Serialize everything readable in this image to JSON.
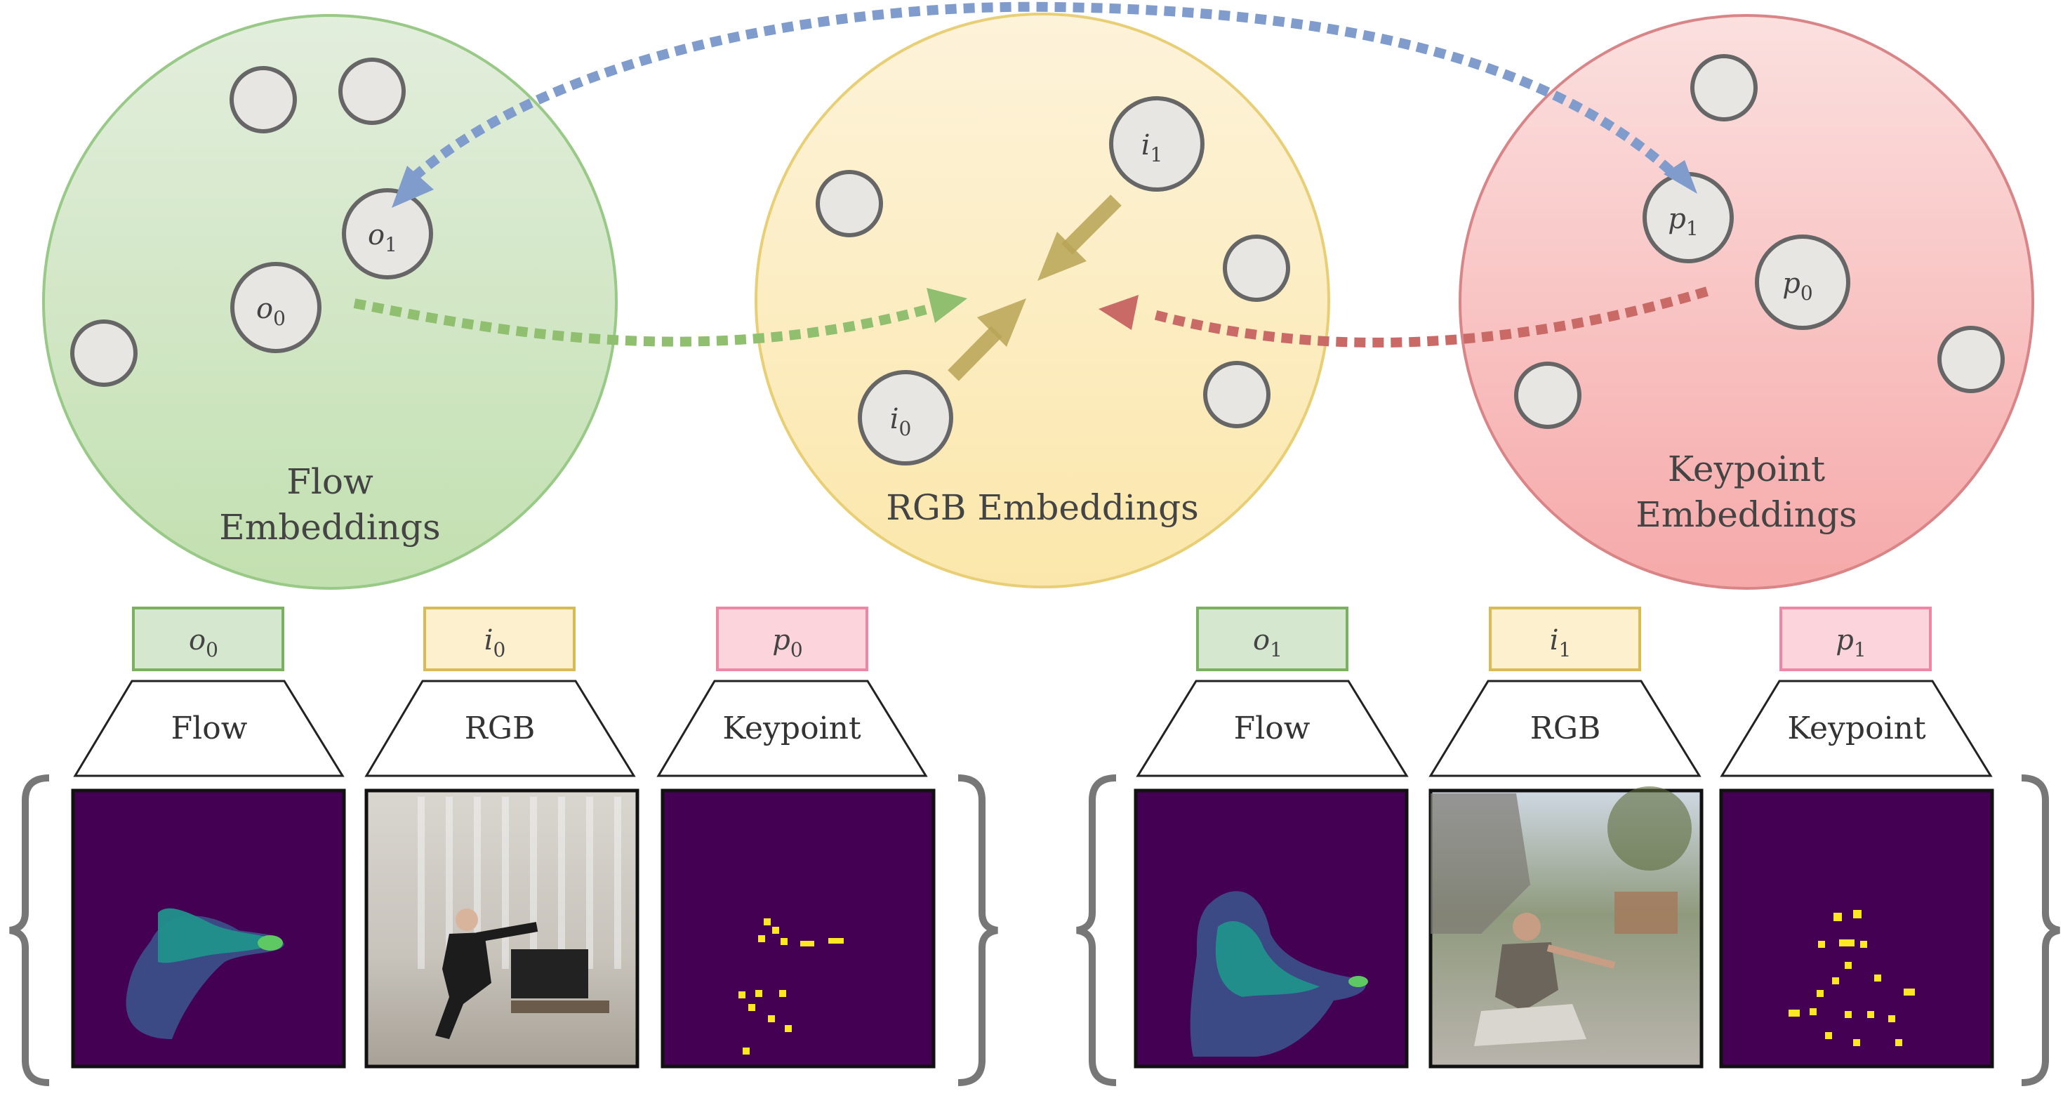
{
  "spaces": {
    "flow": {
      "caption_line1": "Flow",
      "caption_line2": "Embeddings",
      "fill_top": "#e3eedd",
      "fill_bottom": "#c2e0b0",
      "stroke": "#98c986"
    },
    "rgb": {
      "caption": "RGB Embeddings",
      "fill_top": "#fdf3da",
      "fill_bottom": "#fbe7ab",
      "stroke": "#e8cf76"
    },
    "keypoint": {
      "caption_line1": "Keypoint",
      "caption_line2": "Embeddings",
      "fill_top": "#fbe0df",
      "fill_bottom": "#f6a9a9",
      "stroke": "#d98587"
    }
  },
  "nodes": {
    "o0": {
      "base": "o",
      "sub": "0"
    },
    "o1": {
      "base": "o",
      "sub": "1"
    },
    "i0": {
      "base": "i",
      "sub": "0"
    },
    "i1": {
      "base": "i",
      "sub": "1"
    },
    "p0": {
      "base": "p",
      "sub": "0"
    },
    "p1": {
      "base": "p",
      "sub": "1"
    }
  },
  "arrows": {
    "green": "#8fbf6f",
    "red": "#c96a66",
    "blue": "#7f9ccc",
    "olive": "#b9a556"
  },
  "samples": [
    {
      "flow": {
        "label_base": "o",
        "label_sub": "0",
        "encoder": "Flow",
        "box_fill": "#d5e8cf",
        "box_stroke": "#79b160"
      },
      "rgb": {
        "label_base": "i",
        "label_sub": "0",
        "encoder": "RGB",
        "box_fill": "#fdf0cf",
        "box_stroke": "#d8bb55"
      },
      "keypoint": {
        "label_base": "p",
        "label_sub": "0",
        "encoder": "Keypoint",
        "box_fill": "#fcd4dc",
        "box_stroke": "#ee86a6"
      }
    },
    {
      "flow": {
        "label_base": "o",
        "label_sub": "1",
        "encoder": "Flow",
        "box_fill": "#d5e8cf",
        "box_stroke": "#79b160"
      },
      "rgb": {
        "label_base": "i",
        "label_sub": "1",
        "encoder": "RGB",
        "box_fill": "#fdf0cf",
        "box_stroke": "#d8bb55"
      },
      "keypoint": {
        "label_base": "p",
        "label_sub": "1",
        "encoder": "Keypoint",
        "box_fill": "#fcd4dc",
        "box_stroke": "#ee86a6"
      }
    }
  ],
  "heatmap_colors": {
    "background": "#440154",
    "low": "#3b528b",
    "mid": "#21918c",
    "high": "#5ec962",
    "peak": "#fde725"
  }
}
